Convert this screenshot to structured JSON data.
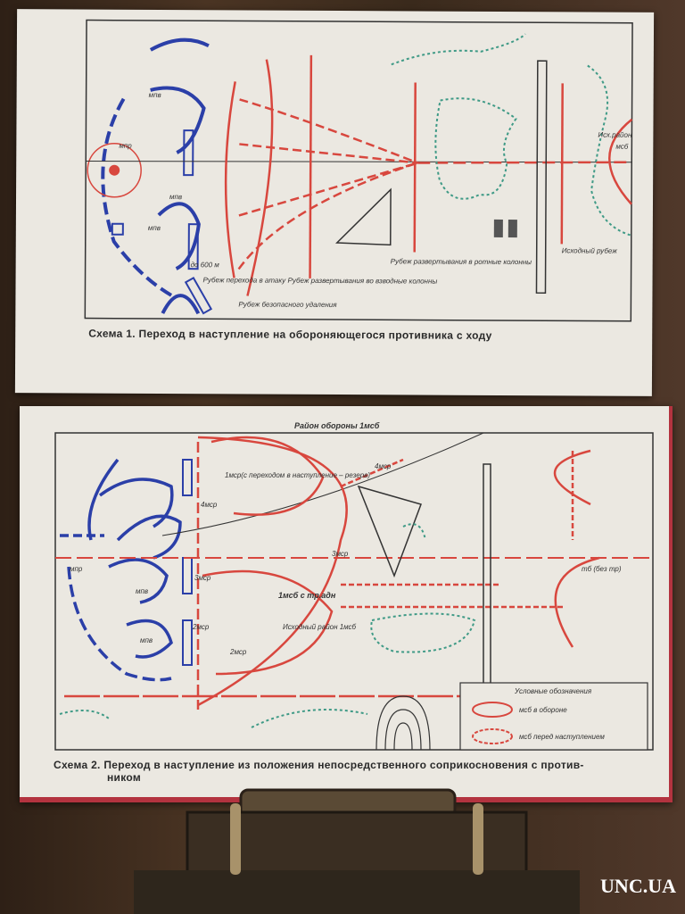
{
  "scheme1": {
    "caption": "Схема 1. Переход в наступление на обороняющегося противника с ходу",
    "labels": {
      "mpr": "мпр",
      "mpv1": "мпв",
      "mpv2": "мпв",
      "mpv3": "мпв",
      "distance": "до 600 м",
      "attack_line": "Рубеж перехода в атаку",
      "safe_line": "Рубеж безопасного удаления",
      "platoon_line": "Рубеж развертывания во взводные колонны",
      "company_line": "Рубеж развертывания в ротные колонны",
      "start_line": "Исходный рубеж",
      "start_area": "Исх.район",
      "msb": "мсб"
    }
  },
  "scheme2": {
    "caption_line1": "Схема 2. Переход в наступление из положения непосредственного соприкосновения с против-",
    "caption_line2": "ником",
    "labels": {
      "defense_area": "Район обороны 1мсб",
      "msr4a": "4мср",
      "msr4b": "4мср",
      "msr1_reserve": "1мср(с переходом в наступление – резерв)",
      "msr3a": "3мср",
      "msr3b": "3мср",
      "msr2a": "2мср",
      "msr2b": "2мср",
      "msb1_art": "1мсб с тр.адн",
      "start_area": "Исходный район 1мсб",
      "mpr": "мпр",
      "mpv1": "мпв",
      "mpv2": "мпв",
      "tb": "тб (без тр)"
    },
    "legend": {
      "title": "Условные обозначения",
      "item1": "мсб в обороне",
      "item2": "мсб перед наступлением"
    }
  },
  "watermark": "UNC.UA",
  "colors": {
    "enemy": "#2b3fa8",
    "own": "#d8473e",
    "forest": "#3f9a86",
    "paper": "#ebe8e1",
    "wood": "#3b2a1d"
  }
}
